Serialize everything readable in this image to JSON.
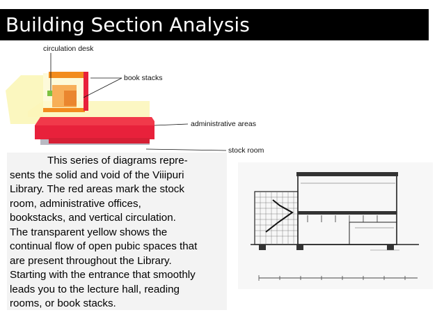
{
  "title": "Building Section Analysis",
  "diagram": {
    "labels": {
      "circulation_desk": "circulation desk",
      "book_stacks": "book stacks",
      "administrative_areas": "administrative areas",
      "stock_room": "stock room"
    },
    "colors": {
      "red": "#e8213b",
      "orange": "#f28c1e",
      "yellow": "#fbf6b8",
      "green": "#7cc242",
      "grey": "#b9b9c2"
    }
  },
  "description": {
    "lines": [
      "This series of diagrams repre-",
      "sents the solid and void of the Viiipuri",
      "Library.  The red areas mark the stock",
      "room, administrative offices,",
      "bookstacks, and vertical circulation.",
      "The transparent yellow shows the",
      "continual flow of open pubic spaces that",
      "are present throughout the Library.",
      "Starting with the entrance that smoothly",
      "leads you to the lecture hall, reading",
      "rooms, or book stacks."
    ]
  }
}
